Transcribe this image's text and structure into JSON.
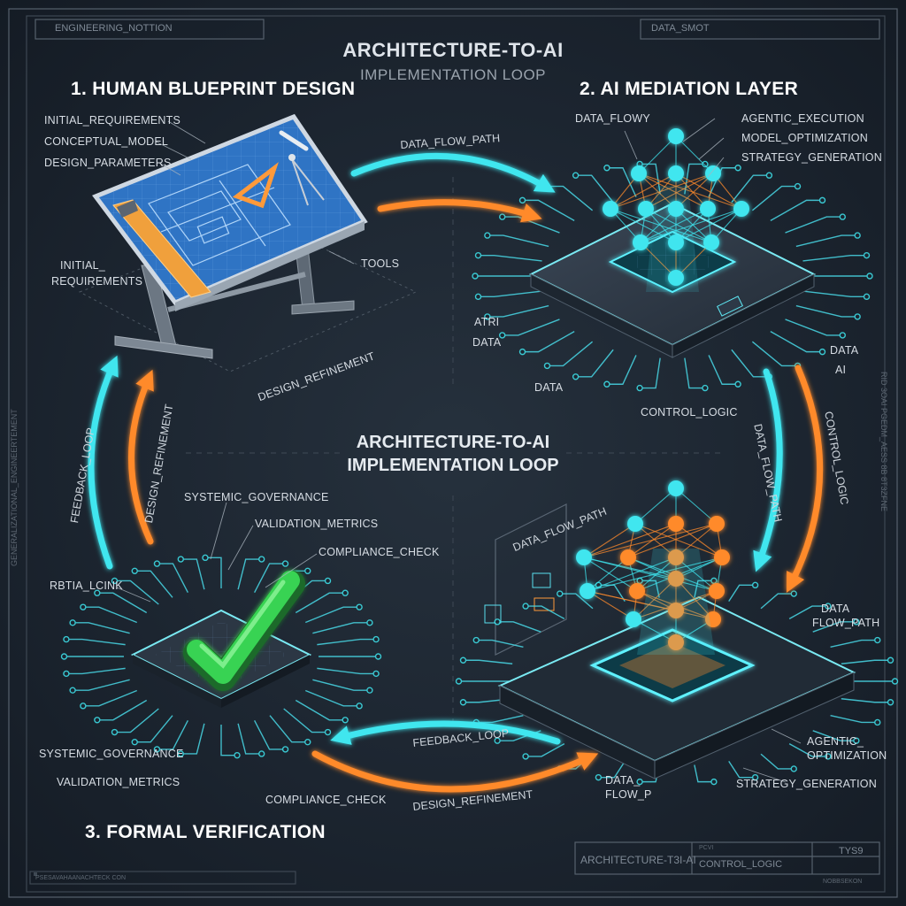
{
  "frame": {
    "top_left_tag": "ENGINEERING_NOTTION",
    "top_right_tag": "DATA_SMOT",
    "bottom_right_main": "ARCHITECTURE-T3I-AI",
    "bottom_right_cell1": "PCVI",
    "bottom_right_cell2": "CONTROL_LOGIC",
    "bottom_right_cell3": "TYS9",
    "bottom_left_fine": "PSESAVAHAANACHTECK CON",
    "bottom_right_fine": "NOBBSEKON",
    "left_vertical": "GENERALIZATIONAL_ENGINEERTEMENT",
    "right_vertical": "RID 3OAI PGEDM_AESS 8B 8T3ZFNE"
  },
  "title": {
    "main": "ARCHITECTURE-TO-AI",
    "sub": "IMPLEMENTATION LOOP"
  },
  "center": {
    "line1": "ARCHITECTURE-TO-AI",
    "line2": "IMPLEMENTATION LOOP"
  },
  "stages": {
    "blueprint": {
      "heading": "1. HUMAN BLUEPRINT DESIGN",
      "labels": [
        "INITIAL_REQUIREMENTS",
        "CONCEPTUAL_MODEL",
        "DESIGN_PARAMETERS"
      ],
      "initial_line1": "INITIAL_",
      "initial_line2": "REQUIREMENTS",
      "tools": "TOOLS",
      "refinement": "DESIGN_REFINEMENT"
    },
    "mediation": {
      "heading": "2. AI MEDIATION LAYER",
      "data_flowy": "DATA_FLOWY",
      "labels": [
        "AGENTIC_EXECUTION",
        "MODEL_OPTIMIZATION",
        "STRATEGY_GENERATION"
      ],
      "atri": "ATRI",
      "data_a": "DATA",
      "data_b": "DATA",
      "data_right": "DATA",
      "ai_right": "AI",
      "control": "CONTROL_LOGIC"
    },
    "verification": {
      "heading": "3. FORMAL VERIFICATION",
      "top_labels": [
        "SYSTEMIC_GOVERNANCE",
        "VALIDATION_METRICS",
        "COMPLIANCE_CHECK"
      ],
      "rbta": "RBTIA_LCINK",
      "bottom_labels": [
        "SYSTEMIC_GOVERNANCE",
        "VALIDATION_METRICS",
        "COMPLIANCE_CHECK"
      ]
    },
    "implementation": {
      "data_flow_path": "DATA_FLOW_PATH",
      "data_line1": "DATA",
      "data_line2": "FLOW_PATH",
      "agentic_line1": "AGENTIC_",
      "agentic_line2": "OPTIMIZATION",
      "strategy": "STRATEGY_GENERATION",
      "dataflow_line1": "DATA_",
      "dataflow_line2": "FLOW_P"
    }
  },
  "arrows": {
    "top": "DATA_FLOW_PATH",
    "right_a": "DATA_FLOW_PATH",
    "right_b": "CONTROL_LOGIC",
    "bottom_a": "FEEDBACK_LOOP",
    "bottom_b": "DESIGN_REFINEMENT",
    "left_a": "FEEDBACK_LOOP",
    "left_b": "DESIGN_REFINEMENT"
  },
  "colors": {
    "cyan": "#3fe6ef",
    "orange": "#ff8a2b",
    "check_green": "#39d353",
    "blueprint_blue": "#2f74c4"
  }
}
